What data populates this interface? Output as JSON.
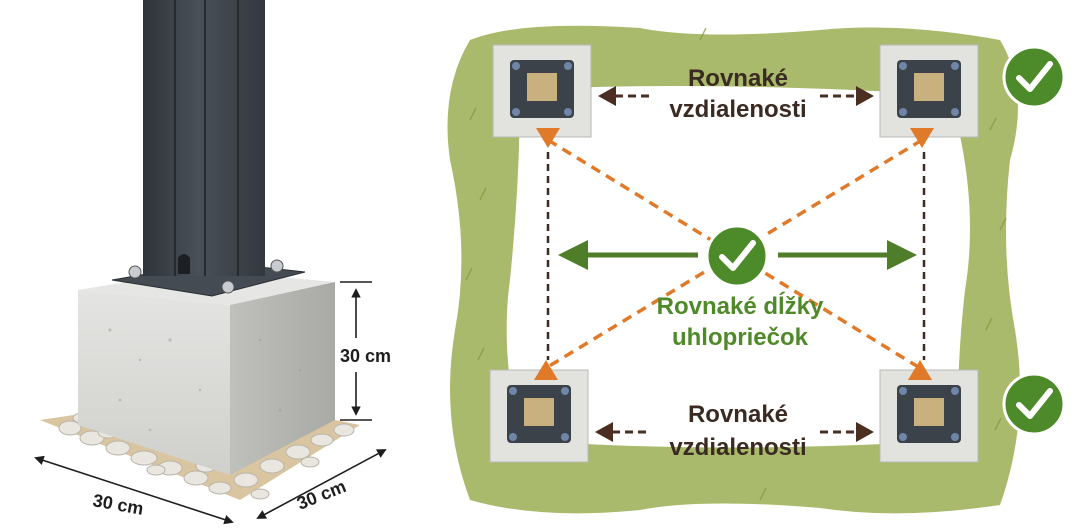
{
  "left_figure": {
    "height_label": "30 cm",
    "width_label": "30 cm",
    "depth_label": "30 cm"
  },
  "right_figure": {
    "top_label_line1": "Rovnaké",
    "top_label_line2": "vzdialenosti",
    "bottom_label_line1": "Rovnaké",
    "bottom_label_line2": "vzdialenosti",
    "center_label_line1": "Rovnaké dĺžky",
    "center_label_line2": "uhlopriečok"
  },
  "icons": [
    "check-icon",
    "check-icon",
    "check-icon"
  ],
  "colors": {
    "post": "#3b4148",
    "concrete": "#d9dad7",
    "grass": "#a7b96a",
    "soil": "#e2cfa6",
    "orange_diagonal": "#e07a28",
    "green_arrow": "#4f7d2a",
    "check_green": "#4c8a2a",
    "dark_arrow": "#4a2e22",
    "label_dark": "#3a2a22",
    "label_green": "#4f8a28"
  }
}
